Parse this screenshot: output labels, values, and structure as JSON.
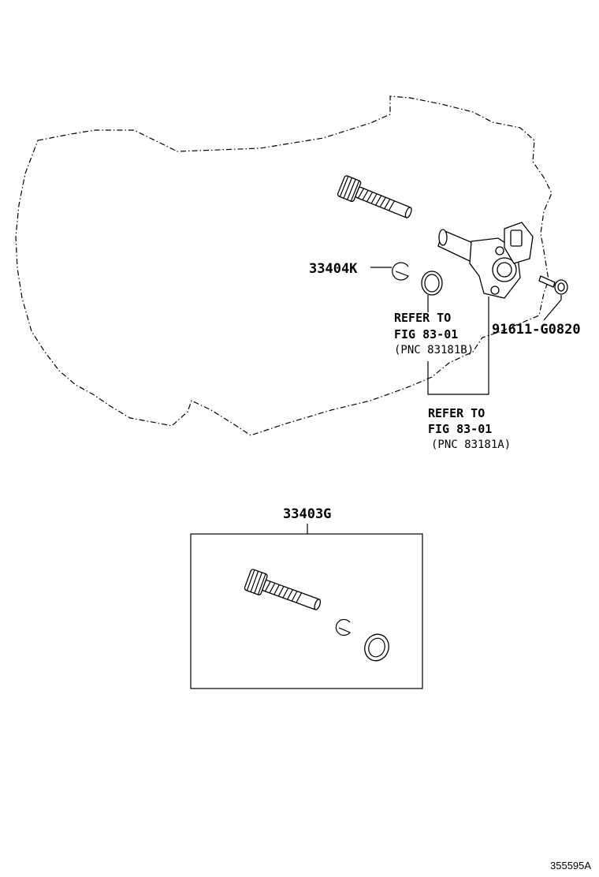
{
  "labels": {
    "part_33404K": "33404K",
    "refer_b_line1": "REFER TO",
    "refer_b_line2": "FIG 83-01",
    "refer_b_line3": "(PNC 83181B)",
    "part_91611": "91611-G0820",
    "refer_a_line1": "REFER TO",
    "refer_a_line2": "FIG 83-01",
    "refer_a_line3": "(PNC 83181A)",
    "part_33403G": "33403G",
    "illustration_code": "355595A"
  }
}
